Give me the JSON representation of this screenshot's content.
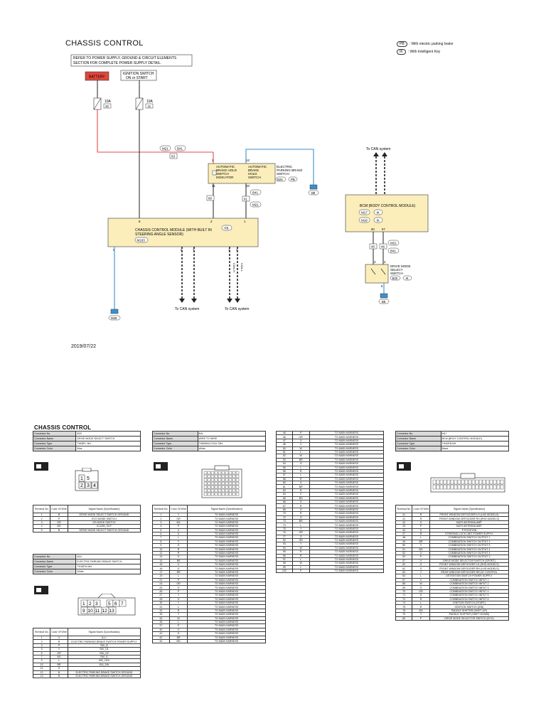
{
  "diagram": {
    "title": "CHASSIS CONTROL",
    "legend": [
      {
        "tag": "PB",
        "text": ": With electric parking brake"
      },
      {
        "tag": "IK",
        "text": ": With Intelligent Key"
      }
    ],
    "note_lines": [
      "REFER TO POWER SUPPLY, GROUND & CIRCUIT ELEMENTS",
      "SECTION FOR COMPLETE POWER SUPPLY DETAIL."
    ],
    "battery_label": "BATTERY",
    "ign_lines": [
      "IGNITION SWITCH",
      "ON or START"
    ],
    "fuse1": {
      "rating": "10A",
      "id": "32"
    },
    "fuse2": {
      "rating": "10A",
      "id": "11"
    },
    "conn_m21": "M21",
    "conn_b41": "B41",
    "joint_63": "63",
    "joint_60": "60",
    "joint_61": "61",
    "joint_45": "45",
    "joint_46": "46",
    "auto_hold_indicator_lines": [
      "AUTOMATIC",
      "BRAKE HOLD",
      "SWITCH",
      "INDICATOR"
    ],
    "auto_hold_switch_lines": [
      "AUTOMATIC",
      "BRAKE",
      "HOLD",
      "SWITCH"
    ],
    "epb_switch_lines": [
      "ELECTRIC",
      "PARKING BRAKE",
      "SWITCH"
    ],
    "conn_b24": "B24",
    "tag_pb": "PB",
    "tag_ik": "IK",
    "ground_b8": "B8",
    "ground_m28": "M28",
    "to_can": "To CAN system",
    "ccm_lines": [
      "CHASSIS CONTROL MODULE (WITH BUILT IN",
      "STEERING ANGLE SENSOR)"
    ],
    "conn_m103": "M103",
    "bcm_label": "BCM (BODY CONTROL MODULE)",
    "conn_m17": "M17",
    "conn_m18": "M18",
    "dms_lines": [
      "DRIVE MODE",
      "SELECT",
      "SWITCH"
    ],
    "conn_b20": "B20",
    "can_h": "CAN-H",
    "can_l": "CAN-L",
    "pins": {
      "p2": "2",
      "p12": "12",
      "p11": "11",
      "p10": "10",
      "p8": "8",
      "p5": "5",
      "p6": "6",
      "p7": "7",
      "p3": "3",
      "p4": "4",
      "p1": "1",
      "p26": "26",
      "p27": "27",
      "p60": "60",
      "p57": "57",
      "p3b": "3",
      "p2b": "2",
      "p5b": "5"
    },
    "date": "2019/07/22"
  },
  "tables_title": "CHASSIS CONTROL",
  "labels": {
    "conn_no": "Connector No.",
    "conn_name": "Connector Name",
    "conn_type": "Connector Type",
    "conn_color": "Connector Color",
    "terminal_no": "Terminal No.",
    "color_of_wire": "Color Of Wire",
    "signal_name": "Signal Name [Specification]"
  },
  "b20": {
    "no": "B20",
    "name": "DRIVE MODE SELECT SWITCH",
    "type": "TH08FL-NH",
    "color": "Blue",
    "face": [
      "1",
      "2",
      "3",
      "4",
      "5"
    ],
    "rows": [
      [
        "1",
        "B",
        "DRIVE MODE SELECT SWITCH GROUND"
      ],
      [
        "2",
        "P",
        "ECO MODE SWITCH"
      ],
      [
        "3",
        "GR",
        "DS MODE SWITCH"
      ],
      [
        "4",
        "BG",
        "ILLUMI_OUT"
      ],
      [
        "5",
        "B",
        "DRIVE MODE SELECT SWITCH GROUND"
      ]
    ]
  },
  "b24": {
    "no": "B24",
    "name": "ELECTRIC PARKING BRAKE SWITCH",
    "type": "TH16FW-NH",
    "color": "White",
    "face": [
      "1",
      "2",
      "3",
      "5",
      "6",
      "7",
      "9",
      "10",
      "11",
      "12",
      "13"
    ],
    "rows": [
      [
        "1",
        "V",
        "ILL+"
      ],
      [
        "2",
        "R",
        "ELECTRIC PARKING BRAKE SWITCH POWER SUPPLY"
      ],
      [
        "3",
        "P",
        "SW_I2"
      ],
      [
        "5",
        "Y",
        "SW_O1"
      ],
      [
        "6",
        "GR",
        "SW_O2"
      ],
      [
        "7",
        "BG",
        "SW_I1"
      ],
      [
        "9",
        "L",
        "IND_LED"
      ],
      [
        "10",
        "BR",
        "IDA_SW"
      ],
      [
        "11",
        "G",
        "-"
      ],
      [
        "12",
        "B",
        "ELECTRIC PARKING BRAKE SWITCH GROUND"
      ],
      [
        "13",
        "B",
        "ELECTRIC PARKING BRAKE SWITCH GROUND"
      ]
    ]
  },
  "b41": {
    "no": "B41",
    "name": "WIRE TO WIRE",
    "type": "TH80MW-CS16-TM4",
    "color": "White",
    "rows": [
      [
        "1",
        "Y",
        "TO MAIN HARNESS"
      ],
      [
        "2",
        "GR",
        "TO MAIN HARNESS"
      ],
      [
        "3",
        "BG",
        "TO MAIN HARNESS"
      ],
      [
        "4",
        "P",
        "TO MAIN HARNESS"
      ],
      [
        "5",
        "V",
        "TO MAIN HARNESS"
      ],
      [
        "6",
        "G",
        "TO MAIN HARNESS"
      ],
      [
        "7",
        "L",
        "TO MAIN HARNESS"
      ],
      [
        "8",
        "Y",
        "TO MAIN HARNESS"
      ],
      [
        "9",
        "O",
        "TO MAIN HARNESS"
      ],
      [
        "10",
        "R",
        "TO MAIN HARNESS"
      ],
      [
        "12",
        "R",
        "TO MAIN HARNESS"
      ],
      [
        "13",
        "O",
        "TO MAIN HARNESS"
      ],
      [
        "14",
        "BR",
        "TO MAIN HARNESS"
      ],
      [
        "15",
        "V",
        "TO MAIN HARNESS"
      ],
      [
        "16",
        "G",
        "TO MAIN HARNESS"
      ],
      [
        "17",
        "BR",
        "TO MAIN HARNESS"
      ],
      [
        "19",
        "L",
        "TO MAIN HARNESS"
      ],
      [
        "21",
        "P",
        "TO MAIN HARNESS"
      ],
      [
        "24",
        "GR",
        "TO MAIN HARNESS"
      ],
      [
        "25",
        "G",
        "TO MAIN HARNESS"
      ],
      [
        "26",
        "P",
        "TO MAIN HARNESS"
      ],
      [
        "27",
        "Y",
        "TO MAIN HARNESS"
      ],
      [
        "28",
        "G",
        "TO MAIN HARNESS"
      ],
      [
        "30",
        "Y",
        "TO MAIN HARNESS"
      ],
      [
        "31",
        "L",
        "TO MAIN HARNESS"
      ],
      [
        "32",
        "R",
        "TO MAIN HARNESS"
      ],
      [
        "33",
        "Y",
        "TO MAIN HARNESS"
      ],
      [
        "34",
        "W",
        "TO MAIN HARNESS"
      ],
      [
        "35",
        "L",
        "TO MAIN HARNESS"
      ],
      [
        "37",
        "P",
        "TO MAIN HARNESS"
      ],
      [
        "40",
        "O",
        "TO MAIN HARNESS"
      ],
      [
        "41",
        "G",
        "TO MAIN HARNESS"
      ],
      [
        "42",
        "BR",
        "TO MAIN HARNESS"
      ],
      [
        "44",
        "BG",
        "TO MAIN HARNESS"
      ]
    ]
  },
  "b41_cont": {
    "rows": [
      [
        "45",
        "P",
        "TO MAIN HARNESS"
      ],
      [
        "46",
        "GR",
        "TO MAIN HARNESS"
      ],
      [
        "47",
        "O",
        "TO MAIN HARNESS"
      ],
      [
        "48",
        "V",
        "TO MAIN HARNESS"
      ],
      [
        "50",
        "W",
        "TO MAIN HARNESS"
      ],
      [
        "51",
        "L",
        "TO MAIN HARNESS"
      ],
      [
        "52",
        "W",
        "TO MAIN HARNESS"
      ],
      [
        "53",
        "BR",
        "TO MAIN HARNESS"
      ],
      [
        "54",
        "G",
        "TO MAIN HARNESS"
      ],
      [
        "55",
        "L",
        "TO MAIN HARNESS"
      ],
      [
        "56",
        "R",
        "TO MAIN HARNESS"
      ],
      [
        "57",
        "L",
        "TO MAIN HARNESS"
      ],
      [
        "58",
        "R",
        "TO MAIN HARNESS"
      ],
      [
        "60",
        "G",
        "TO MAIN HARNESS"
      ],
      [
        "61",
        "BR",
        "TO MAIN HARNESS"
      ],
      [
        "63",
        "R",
        "TO MAIN HARNESS"
      ],
      [
        "64",
        "V",
        "TO MAIN HARNESS"
      ],
      [
        "65",
        "BG",
        "TO MAIN HARNESS"
      ],
      [
        "66",
        "G",
        "TO MAIN HARNESS"
      ],
      [
        "67",
        "R",
        "TO MAIN HARNESS"
      ],
      [
        "68",
        "O",
        "TO MAIN HARNESS"
      ],
      [
        "70",
        "R",
        "TO MAIN HARNESS"
      ],
      [
        "72",
        "G",
        "TO MAIN HARNESS"
      ],
      [
        "73",
        "BR",
        "TO MAIN HARNESS"
      ],
      [
        "74",
        "L",
        "TO MAIN HARNESS"
      ],
      [
        "75",
        "Y",
        "TO MAIN HARNESS"
      ],
      [
        "76",
        "GR",
        "TO MAIN HARNESS"
      ],
      [
        "77",
        "G",
        "TO MAIN HARNESS"
      ],
      [
        "92",
        "GR",
        "TO MAIN HARNESS"
      ],
      [
        "93",
        "Y",
        "TO MAIN HARNESS"
      ],
      [
        "94",
        "W",
        "TO MAIN HARNESS"
      ],
      [
        "95",
        "R",
        "TO MAIN HARNESS"
      ],
      [
        "96",
        "R",
        "TO MAIN HARNESS"
      ],
      [
        "97",
        "L",
        "TO MAIN HARNESS"
      ],
      [
        "98",
        "W",
        "TO MAIN HARNESS"
      ],
      [
        "99",
        "L",
        "TO MAIN HARNESS"
      ],
      [
        "100",
        "P",
        "TO MAIN HARNESS"
      ]
    ]
  },
  "m17": {
    "no": "M17",
    "name": "BCM (BODY CONTROL MODULE)",
    "type": "TH40FB-NH",
    "color": "Black",
    "rows": [
      [
        "41",
        "R",
        "FRONT WINDOW DEFOGGER LH (LHD MODELS)"
      ],
      [
        "41",
        "R",
        "FRONT WINDOW DEFOGGER RH (RHD MODELS)"
      ],
      [
        "42",
        "O",
        "NATS ANTENNA AMP."
      ],
      [
        "43",
        "P",
        "NATS ANTENNA AMP."
      ],
      [
        "44",
        "G",
        "P POSITION"
      ],
      [
        "47",
        "R",
        "STEERING LOCK UNIT POWER SUPPLY"
      ],
      [
        "48",
        "L",
        "COMBINATION SWITCH OUTPUT 1"
      ],
      [
        "49",
        "BR",
        "COMBINATION SWITCH OUTPUT 2"
      ],
      [
        "50",
        "Y",
        "COMBINATION SWITCH OUTPUT 5"
      ],
      [
        "51",
        "BG",
        "COMBINATION SWITCH OUTPUT 4"
      ],
      [
        "52",
        "O",
        "COMBINATION SWITCH OUTPUT 4"
      ],
      [
        "53",
        "P",
        "COMBINATION SWITCH OUTPUT 3"
      ],
      [
        "57",
        "V",
        "DRIVE MODE SELECTOR SWITCH (SPORT)"
      ],
      [
        "62",
        "G",
        "FRONT WINDOW DEFOGGER LH (RHD MODELS)"
      ],
      [
        "62",
        "G",
        "FRONT WINDOW DEFOGGER RH (LHD MODELS)"
      ],
      [
        "63",
        "Y",
        "REAR WINDOW DEFOGGER RELAY CONTROL"
      ],
      [
        "64",
        "L",
        "DETENTION SWITCH POWER SUPPLY"
      ],
      [
        "67",
        "V",
        "COMBINATION SWITCH INPUT 1"
      ],
      [
        "68",
        "W",
        "COMBINATION SWITCH INPUT 2"
      ],
      [
        "69",
        "G",
        "COMBINATION SWITCH INPUT 3"
      ],
      [
        "70",
        "GR",
        "COMBINATION SWITCH INPUT 4"
      ],
      [
        "71",
        "G",
        "COMBINATION SWITCH INPUT 5"
      ],
      [
        "72",
        "R",
        "COMBINATION SWITCH INPUT 6"
      ],
      [
        "74",
        "L",
        "IGNITION SWITCH (START)"
      ],
      [
        "75",
        "R",
        "IGNITION SWITCH (IGN)"
      ],
      [
        "78",
        "BG",
        "PADDLE SHIFTER (SHIFT-UP)"
      ],
      [
        "79",
        "Y",
        "PADDLE SHIFTER (SHIFT-DOWN)"
      ],
      [
        "80",
        "P",
        "DRIVE MODE SELECTOR SWITCH (ECO)"
      ]
    ]
  },
  "colors": {
    "battery_red": "#e0473a",
    "power_wire": "#e34b4b",
    "blue_wire": "#3b8fd0",
    "module_fill": "#fbeebb",
    "ground_fill": "#3b8fd0"
  }
}
